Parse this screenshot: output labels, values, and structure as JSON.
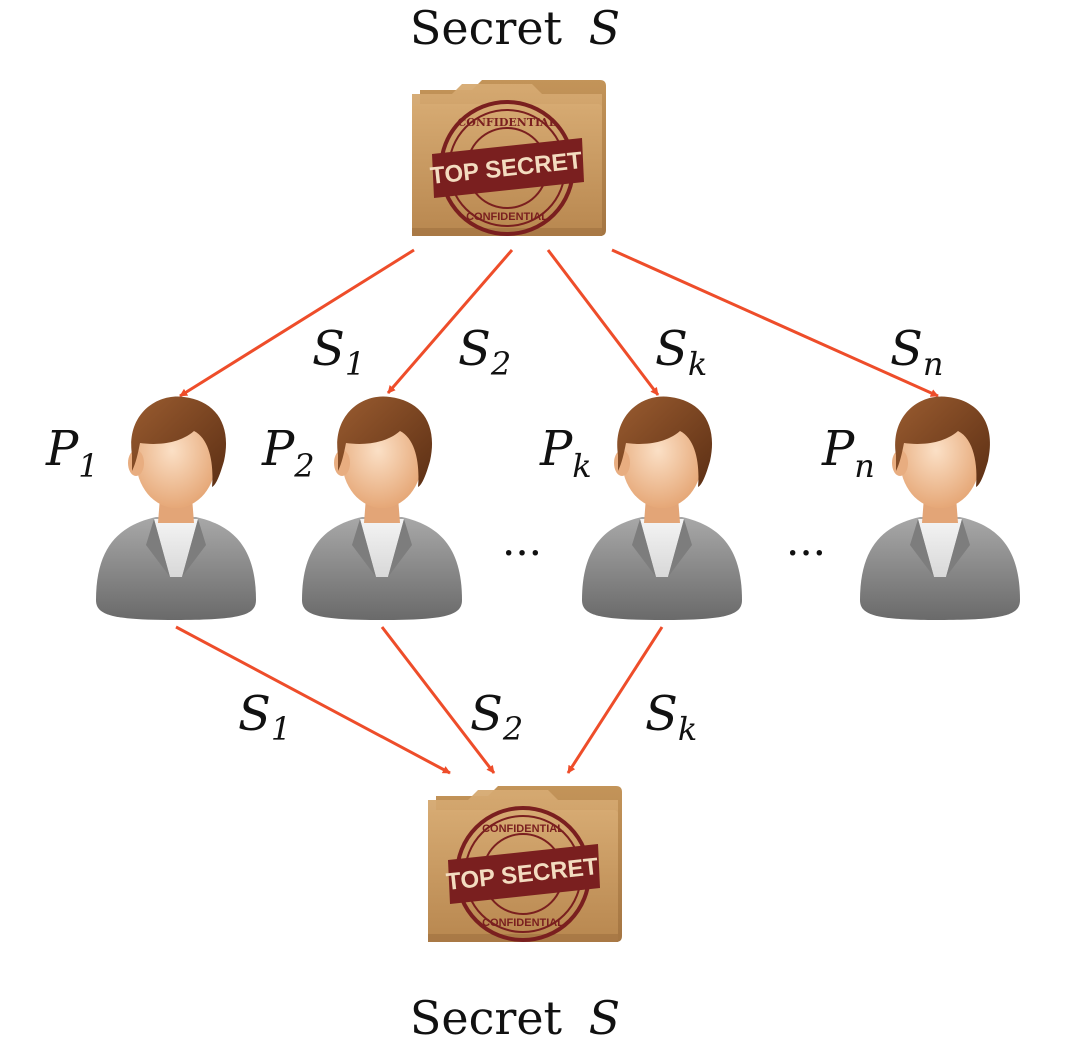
{
  "secret": {
    "word": "Secret",
    "symbol": "S"
  },
  "stamp": {
    "top_text": "CONFIDENTIAL",
    "main_text": "TOP SECRET",
    "bottom_text": "CONFIDENTIAL"
  },
  "parties": [
    {
      "base": "P",
      "sub": "1"
    },
    {
      "base": "P",
      "sub": "2"
    },
    {
      "base": "P",
      "sub": "k"
    },
    {
      "base": "P",
      "sub": "n"
    }
  ],
  "ellipsis": "...",
  "shares_out": [
    {
      "base": "S",
      "sub": "1"
    },
    {
      "base": "S",
      "sub": "2"
    },
    {
      "base": "S",
      "sub": "k"
    },
    {
      "base": "S",
      "sub": "n"
    }
  ],
  "shares_in": [
    {
      "base": "S",
      "sub": "1"
    },
    {
      "base": "S",
      "sub": "2"
    },
    {
      "base": "S",
      "sub": "k"
    }
  ],
  "colors": {
    "arrow": "#ee4d2a",
    "folder": "#c99a62",
    "stamp": "#7a1f1f",
    "hair": "#7a4522",
    "skin": "#f2c39a",
    "suit": "#8c8c8c"
  }
}
